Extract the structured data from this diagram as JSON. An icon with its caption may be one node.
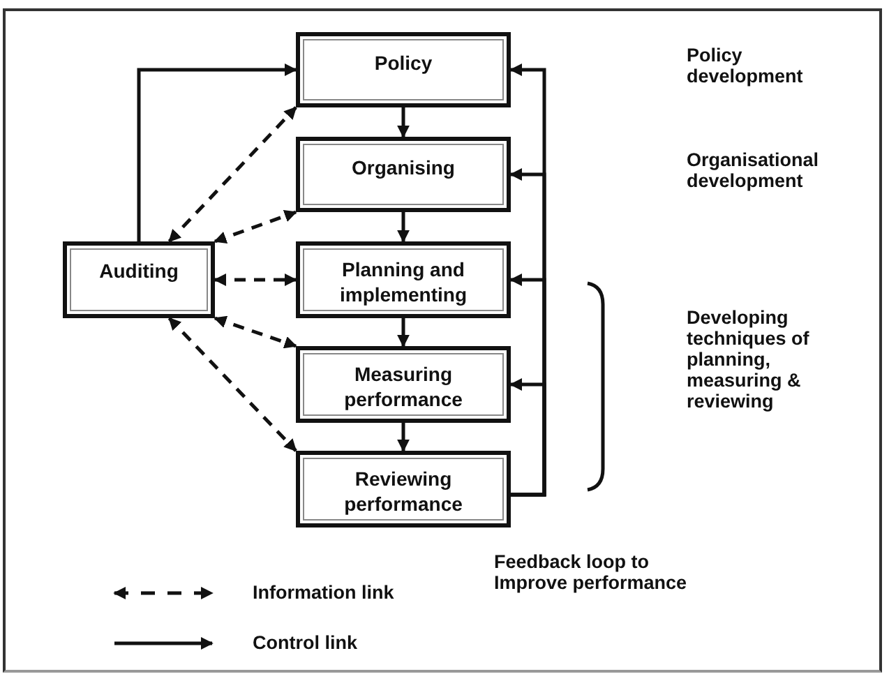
{
  "diagram": {
    "nodes": [
      {
        "text": [
          "Policy"
        ]
      },
      {
        "text": [
          "Organising"
        ]
      },
      {
        "text": [
          "Planning and implementing"
        ]
      },
      {
        "text": [
          "Measuring performance"
        ]
      },
      {
        "text": [
          "Reviewing performance"
        ]
      },
      {
        "text": [
          "Auditing"
        ]
      }
    ],
    "edges": [
      {
        "from": 0,
        "to": 1,
        "arrow": "to"
      },
      {
        "from": 1,
        "to": 2,
        "arrow": "to"
      },
      {
        "from": 2,
        "to": 3,
        "arrow": "to"
      },
      {
        "from": 3,
        "to": 4,
        "arrow": "to"
      },
      {
        "from": 5,
        "to": 0,
        "arrow": "to"
      },
      {
        "from": 4,
        "to": 0,
        "arrow": "to"
      },
      {
        "from": 4,
        "to": 1,
        "arrow": "to"
      },
      {
        "from": 4,
        "to": 2,
        "arrow": "to"
      },
      {
        "from": 4,
        "to": 3,
        "arrow": "to"
      },
      {
        "from": 5,
        "to": 0,
        "arrow": "both",
        "style": "dashed"
      },
      {
        "from": 5,
        "to": 1,
        "arrow": "both",
        "style": "dashed"
      },
      {
        "from": 5,
        "to": 2,
        "arrow": "both",
        "style": "dashed"
      },
      {
        "from": 5,
        "to": 3,
        "arrow": "both",
        "style": "dashed"
      },
      {
        "from": 5,
        "to": 4,
        "arrow": "both",
        "style": "dashed"
      }
    ],
    "labels": [
      "Policy development",
      "Organisational development",
      "Developing techniques of planning, measuring & reviewing",
      "Feedback loop to Improve performance"
    ],
    "legend": [
      {
        "text": "Information link"
      },
      {
        "text": "Control link"
      }
    ]
  }
}
